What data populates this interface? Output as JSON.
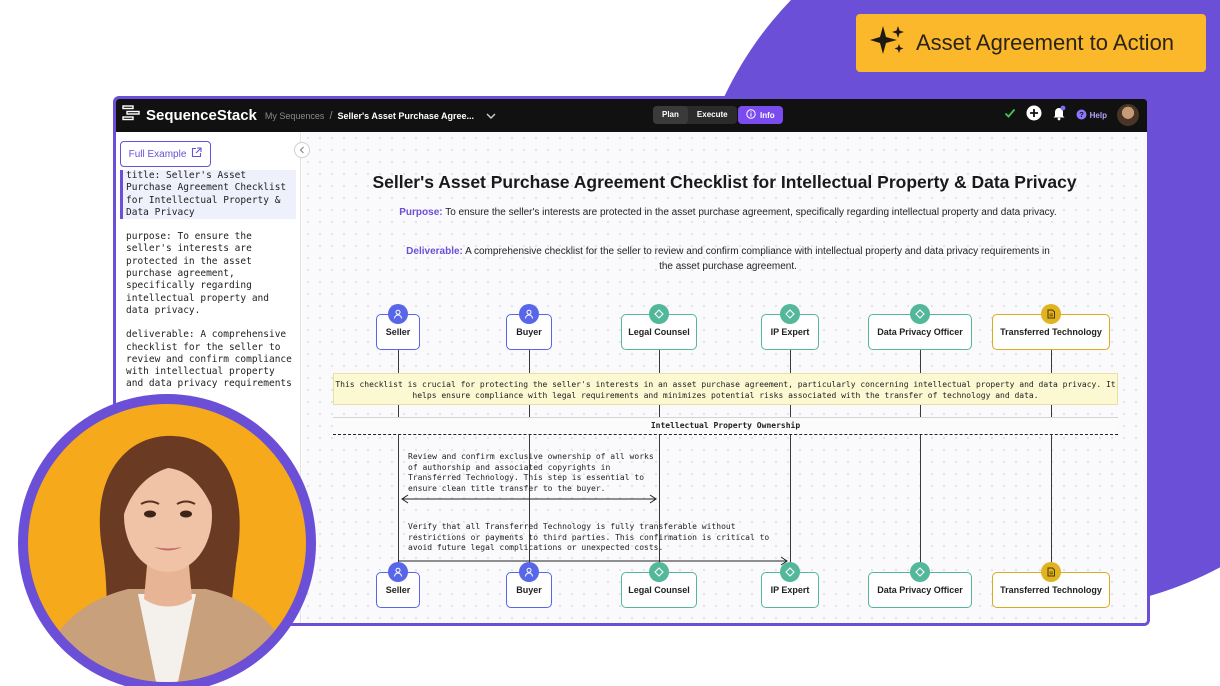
{
  "badge": {
    "label": "Asset Agreement to Action"
  },
  "app": {
    "name": "SequenceStack",
    "breadcrumb_root": "My Sequences",
    "breadcrumb_sep": "/",
    "breadcrumb_current": "Seller's Asset Purchase Agree...",
    "modes": [
      "Plan",
      "Execute"
    ],
    "info_label": "Info",
    "help_label": "Help"
  },
  "sidebar": {
    "full_example_label": "Full Example",
    "blocks": [
      "title: Seller's Asset\nPurchase Agreement Checklist\nfor Intellectual Property &\nData Privacy",
      "purpose: To ensure the\nseller's interests are\nprotected in the asset\npurchase agreement,\nspecifically regarding\nintellectual property and\ndata privacy.",
      "deliverable: A comprehensive\nchecklist for the seller to\nreview and confirm compliance\nwith intellectual property\nand data privacy requirements"
    ]
  },
  "diagram": {
    "title": "Seller's Asset Purchase Agreement Checklist for Intellectual Property & Data Privacy",
    "purpose_label": "Purpose:",
    "purpose_text": " To ensure the seller's interests are protected in the asset purchase agreement, specifically regarding intellectual property and data privacy.",
    "deliverable_label": "Deliverable:",
    "deliverable_text": " A comprehensive checklist for the seller to review and confirm compliance with intellectual property and data privacy requirements in the asset purchase agreement.",
    "actors": [
      {
        "name": "Seller",
        "kind": "person"
      },
      {
        "name": "Buyer",
        "kind": "person"
      },
      {
        "name": "Legal Counsel",
        "kind": "role"
      },
      {
        "name": "IP Expert",
        "kind": "role"
      },
      {
        "name": "Data Privacy Officer",
        "kind": "role"
      },
      {
        "name": "Transferred Technology",
        "kind": "asset"
      }
    ],
    "note": "This checklist is crucial for protecting the seller's interests in an asset purchase agreement, particularly concerning intellectual property and data privacy. It\nhelps ensure compliance with legal requirements and minimizes potential risks associated with the transfer of technology and data.",
    "section": "Intellectual Property Ownership",
    "messages": [
      "Review and confirm exclusive ownership of all works\nof authorship and associated copyrights in\nTransferred Technology. This step is essential to\nensure clean title transfer to the buyer.",
      "Verify that all Transferred Technology is fully transferable without\nrestrictions or payments to third parties. This confirmation is critical to\navoid future legal complications or unexpected costs."
    ]
  },
  "colors": {
    "brand_purple": "#6b4fd6",
    "badge_yellow": "#fbb82b",
    "person_blue": "#5866e8",
    "role_teal": "#53b89a",
    "asset_gold": "#e1b320",
    "note_bg": "#fbf8d2"
  },
  "icons": {
    "badge": "sparkles-icon",
    "person": "person-icon",
    "role": "diamond-icon",
    "asset": "document-icon"
  }
}
